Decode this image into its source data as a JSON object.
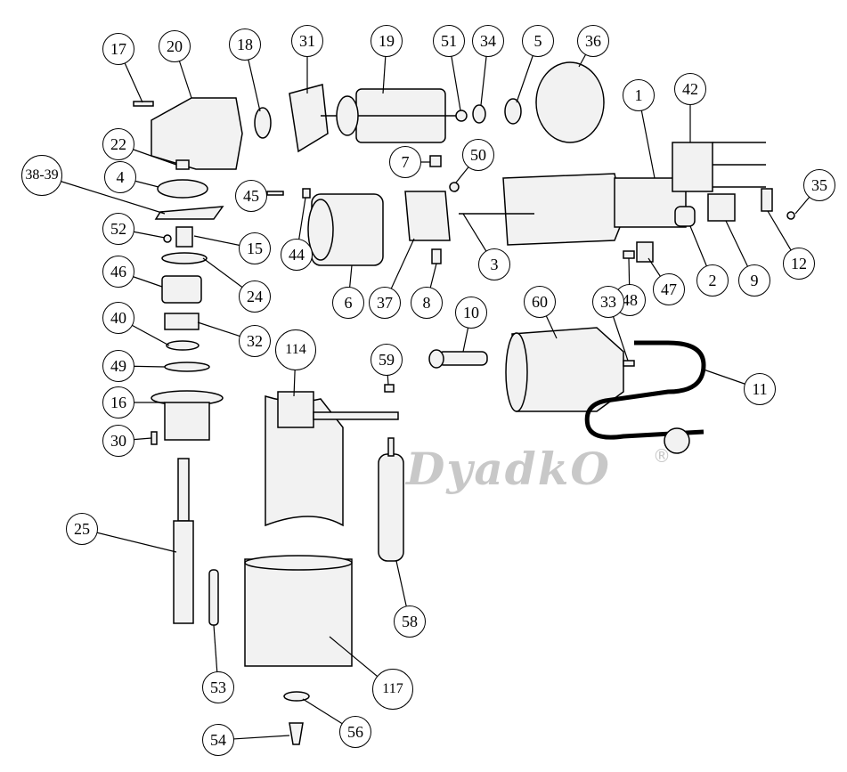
{
  "watermark": {
    "text": "DyadkO",
    "mark": "®"
  },
  "callouts": [
    "17",
    "20",
    "18",
    "31",
    "19",
    "51",
    "34",
    "5",
    "36",
    "1",
    "42",
    "22",
    "50",
    "38-39",
    "4",
    "45",
    "35",
    "52",
    "15",
    "44",
    "6",
    "37",
    "8",
    "3",
    "2",
    "9",
    "12",
    "48",
    "47",
    "24",
    "46",
    "40",
    "32",
    "10",
    "60",
    "33",
    "114",
    "59",
    "49",
    "11",
    "16",
    "30",
    "25",
    "58",
    "53",
    "117",
    "54",
    "56",
    "7"
  ],
  "colors": {
    "line": "#000000",
    "part_fill": "#f2f2f2",
    "watermark": "#c8c8c8"
  }
}
